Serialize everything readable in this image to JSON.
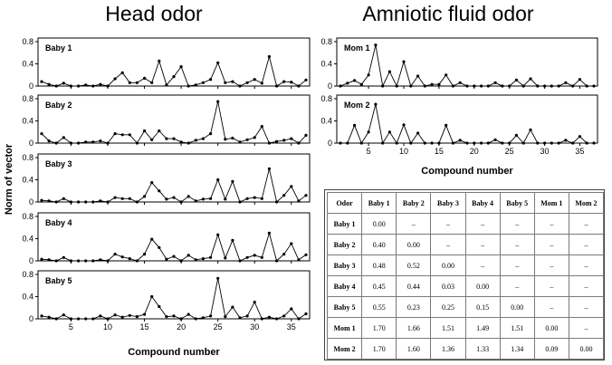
{
  "titles": {
    "head": "Head odor",
    "amniotic": "Amniotic fluid odor"
  },
  "colors": {
    "line": "#000000",
    "axis": "#000000",
    "grid_border": "#7a7a7a"
  },
  "axes": {
    "ylabel": "Norm of vector",
    "xlabel": "Compound  number",
    "y_ticks": [
      "0",
      "0.4",
      "0.8"
    ],
    "x_ticks": [
      5,
      10,
      15,
      20,
      25,
      30,
      35
    ],
    "ylim": [
      0,
      0.8
    ],
    "xlim": [
      1,
      37
    ]
  },
  "chart_data": [
    {
      "type": "line",
      "panel": "Baby 1",
      "x_start": 1,
      "values": [
        0.08,
        0.03,
        0.0,
        0.05,
        0.0,
        0.0,
        0.02,
        0.0,
        0.03,
        0.0,
        0.13,
        0.24,
        0.06,
        0.06,
        0.14,
        0.06,
        0.45,
        0.02,
        0.17,
        0.35,
        0.0,
        0.02,
        0.06,
        0.12,
        0.42,
        0.06,
        0.08,
        0.0,
        0.06,
        0.12,
        0.05,
        0.53,
        0.0,
        0.08,
        0.07,
        0.0,
        0.11
      ]
    },
    {
      "type": "line",
      "panel": "Baby 2",
      "x_start": 1,
      "values": [
        0.17,
        0.04,
        0.0,
        0.1,
        0.0,
        0.0,
        0.02,
        0.02,
        0.04,
        0.0,
        0.17,
        0.15,
        0.15,
        0.0,
        0.22,
        0.06,
        0.22,
        0.08,
        0.08,
        0.02,
        0.0,
        0.05,
        0.08,
        0.17,
        0.75,
        0.07,
        0.09,
        0.02,
        0.06,
        0.1,
        0.3,
        0.0,
        0.03,
        0.05,
        0.08,
        0.0,
        0.14
      ]
    },
    {
      "type": "line",
      "panel": "Baby 3",
      "x_start": 1,
      "values": [
        0.03,
        0.02,
        0.0,
        0.06,
        0.0,
        0.0,
        0.0,
        0.0,
        0.02,
        0.0,
        0.08,
        0.06,
        0.06,
        0.0,
        0.1,
        0.35,
        0.2,
        0.05,
        0.08,
        0.0,
        0.1,
        0.02,
        0.05,
        0.06,
        0.4,
        0.05,
        0.37,
        0.0,
        0.06,
        0.08,
        0.06,
        0.6,
        0.0,
        0.12,
        0.28,
        0.02,
        0.12
      ]
    },
    {
      "type": "line",
      "panel": "Baby 4",
      "x_start": 1,
      "values": [
        0.03,
        0.02,
        0.0,
        0.06,
        0.0,
        0.0,
        0.0,
        0.0,
        0.02,
        0.0,
        0.12,
        0.07,
        0.04,
        0.0,
        0.12,
        0.39,
        0.24,
        0.03,
        0.08,
        0.0,
        0.1,
        0.02,
        0.04,
        0.06,
        0.47,
        0.05,
        0.37,
        0.0,
        0.06,
        0.1,
        0.06,
        0.5,
        0.0,
        0.12,
        0.31,
        0.02,
        0.11
      ]
    },
    {
      "type": "line",
      "panel": "Baby 5",
      "x_start": 1,
      "values": [
        0.05,
        0.03,
        0.0,
        0.07,
        0.0,
        0.0,
        0.0,
        0.0,
        0.05,
        0.0,
        0.07,
        0.03,
        0.06,
        0.04,
        0.08,
        0.4,
        0.22,
        0.04,
        0.05,
        0.0,
        0.08,
        0.0,
        0.02,
        0.05,
        0.73,
        0.04,
        0.21,
        0.02,
        0.05,
        0.3,
        0.0,
        0.03,
        0.0,
        0.05,
        0.18,
        0.0,
        0.09
      ]
    },
    {
      "type": "line",
      "panel": "Mom 1",
      "x_start": 1,
      "values": [
        0.0,
        0.05,
        0.1,
        0.03,
        0.2,
        0.74,
        0.0,
        0.26,
        0.0,
        0.44,
        0.0,
        0.18,
        0.0,
        0.03,
        0.03,
        0.2,
        0.0,
        0.06,
        0.0,
        0.0,
        0.0,
        0.0,
        0.06,
        0.0,
        0.0,
        0.11,
        0.0,
        0.13,
        0.0,
        0.0,
        0.0,
        0.0,
        0.06,
        0.0,
        0.12,
        0.0,
        0.0
      ]
    },
    {
      "type": "line",
      "panel": "Mom 2",
      "x_start": 1,
      "values": [
        0.0,
        0.0,
        0.32,
        0.0,
        0.2,
        0.7,
        0.0,
        0.2,
        0.0,
        0.33,
        0.0,
        0.18,
        0.0,
        0.0,
        0.0,
        0.32,
        0.0,
        0.05,
        0.0,
        0.0,
        0.0,
        0.0,
        0.06,
        0.0,
        0.0,
        0.14,
        0.0,
        0.24,
        0.0,
        0.0,
        0.0,
        0.0,
        0.05,
        0.0,
        0.12,
        0.0,
        0.0
      ]
    }
  ],
  "matrix": {
    "headers": [
      "Odor",
      "Baby 1",
      "Baby 2",
      "Baby 3",
      "Baby 4",
      "Baby 5",
      "Mom 1",
      "Mom 2"
    ],
    "rows": [
      [
        "Baby 1",
        "0.00",
        "–",
        "–",
        "–",
        "–",
        "–",
        "–"
      ],
      [
        "Baby 2",
        "0.40",
        "0.00",
        "–",
        "–",
        "–",
        "–",
        "–"
      ],
      [
        "Baby 3",
        "0.48",
        "0.52",
        "0.00",
        "–",
        "–",
        "–",
        "–"
      ],
      [
        "Baby 4",
        "0.45",
        "0.44",
        "0.03",
        "0.00",
        "–",
        "–",
        "–"
      ],
      [
        "Baby 5",
        "0.55",
        "0.23",
        "0.25",
        "0.15",
        "0.00",
        "–",
        "–"
      ],
      [
        "Mom 1",
        "1.70",
        "1.66",
        "1.51",
        "1.49",
        "1.51",
        "0.00",
        "–"
      ],
      [
        "Mom 2",
        "1.70",
        "1.60",
        "1.36",
        "1.33",
        "1.34",
        "0.09",
        "0.00"
      ]
    ]
  }
}
